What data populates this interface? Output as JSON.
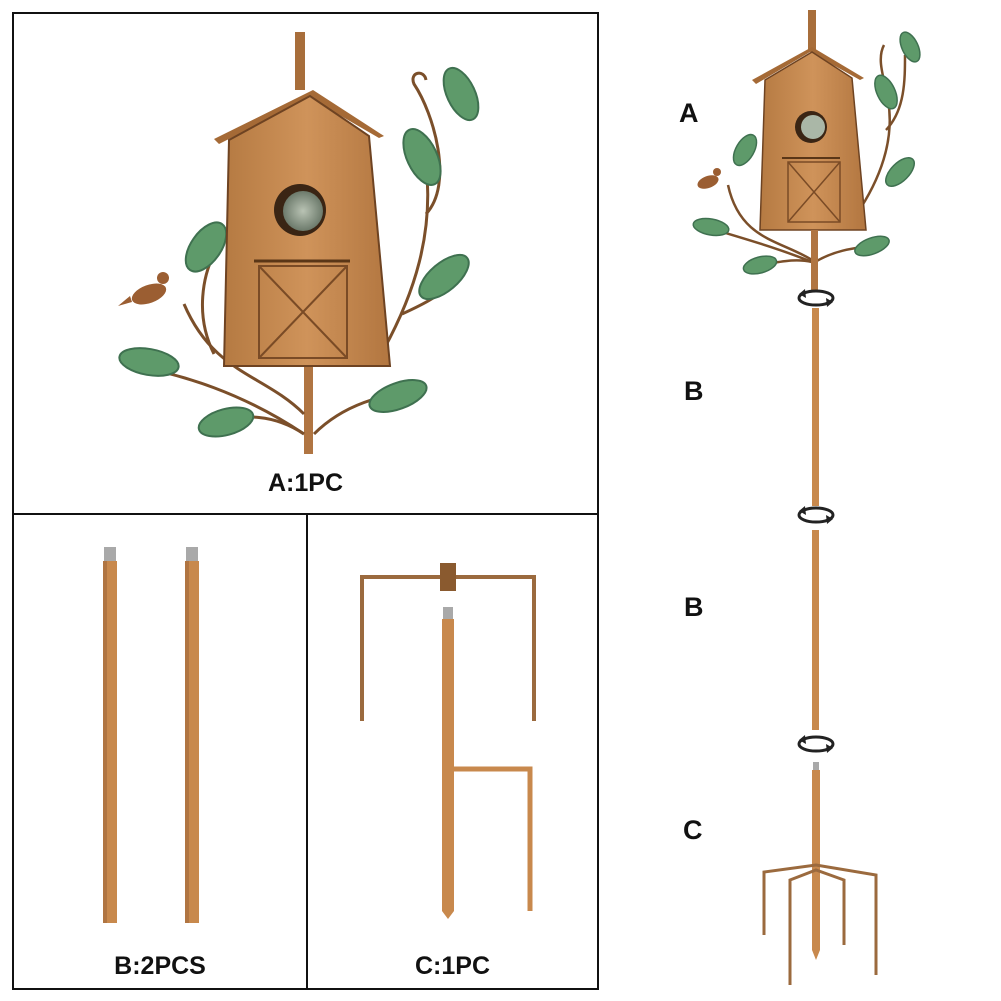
{
  "panels": {
    "a": {
      "caption": "A:1PC"
    },
    "b": {
      "caption": "B:2PCS"
    },
    "c": {
      "caption": "C:1PC"
    }
  },
  "assembly": {
    "labels": [
      "A",
      "B",
      "B",
      "C"
    ]
  },
  "colors": {
    "wood": "#c8894d",
    "wood_dark": "#8a5a2f",
    "leaf": "#5e9a6a",
    "leaf_edge": "#3f7150",
    "metal": "#a9a9a9",
    "border": "#111111"
  }
}
